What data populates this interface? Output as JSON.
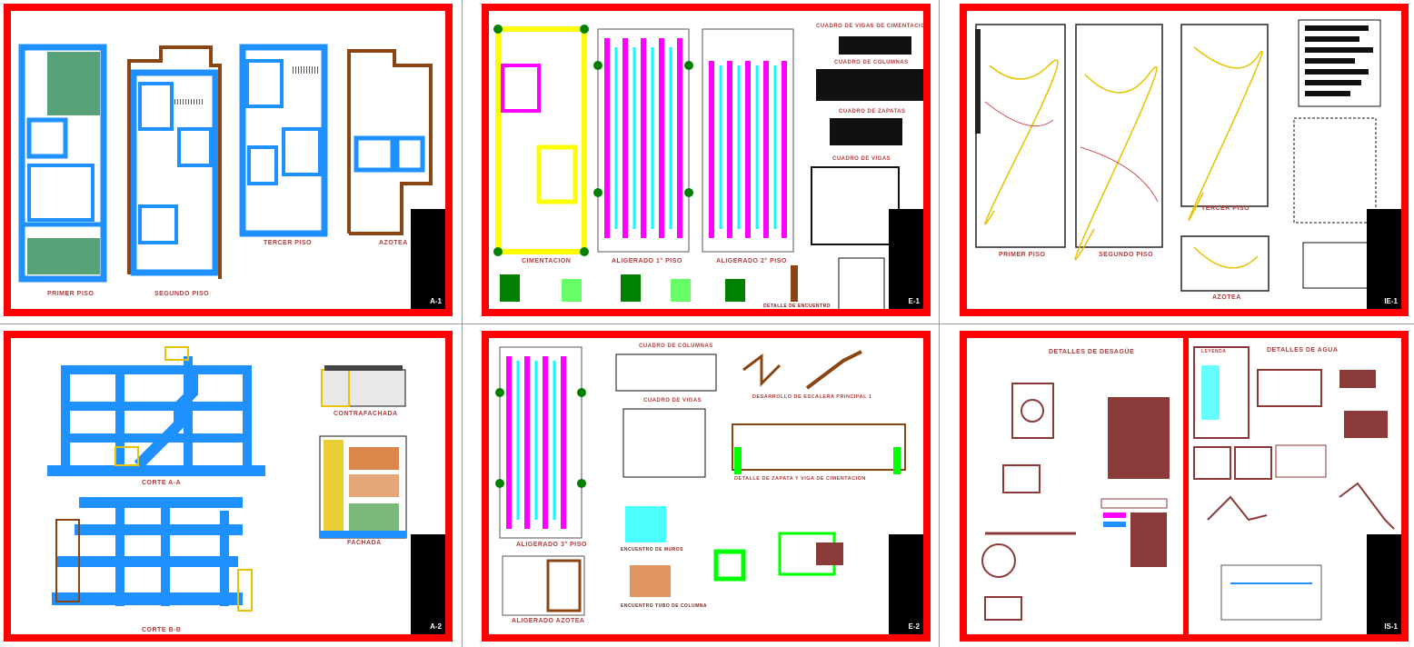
{
  "colors": {
    "sheet_border": "#ff0000",
    "wall_blue": "#1e90ff",
    "wall_brown": "#8b4513",
    "beam_magenta": "#ff00ff",
    "rebar_yellow": "#ffff00",
    "column_green": "#008000",
    "annotation_dark_red": "#8b3a3a",
    "title_block": "#000000"
  },
  "sheets": [
    {
      "id": "A-1",
      "code": "A-1",
      "labels": [
        "PRIMER PISO",
        "SEGUNDO PISO",
        "TERCER PISO",
        "AZOTEA"
      ]
    },
    {
      "id": "E-1",
      "code": "E-1",
      "labels": [
        "CIMENTACION",
        "ALIGERADO 1° PISO",
        "ALIGERADO 2° PISO",
        "CUADRO DE VIGAS DE CIMENTACION",
        "CUADRO DE COLUMNAS",
        "CUADRO DE ZAPATAS",
        "CUADRO DE VIGAS",
        "DETALLE DE ENCUENTRO"
      ]
    },
    {
      "id": "IE-1",
      "code": "IE-1",
      "labels": [
        "PRIMER PISO",
        "SEGUNDO PISO",
        "TERCER PISO",
        "AZOTEA"
      ]
    },
    {
      "id": "A-2",
      "code": "A-2",
      "labels": [
        "CORTE A-A",
        "CORTE B-B",
        "CONTRAFACHADA",
        "FACHADA"
      ]
    },
    {
      "id": "E-2",
      "code": "E-2",
      "labels": [
        "CUADRO DE COLUMNAS",
        "CUADRO DE VIGAS",
        "DESARROLLO DE ESCALERA PRINCIPAL 1",
        "DETALLE DE ZAPATA Y VIGA DE CIMENTACION",
        "ALIGERADO 3° PISO",
        "ALIGERADO AZOTEA",
        "ENCUENTRO DE MUROS",
        "ENCUENTRO TUBO DE COLUMNA"
      ]
    },
    {
      "id": "IS-1",
      "code": "IS-1",
      "labels": [
        "DETALLES DE DESAGÜE",
        "DETALLES DE AGUA",
        "LEYENDA"
      ]
    }
  ]
}
